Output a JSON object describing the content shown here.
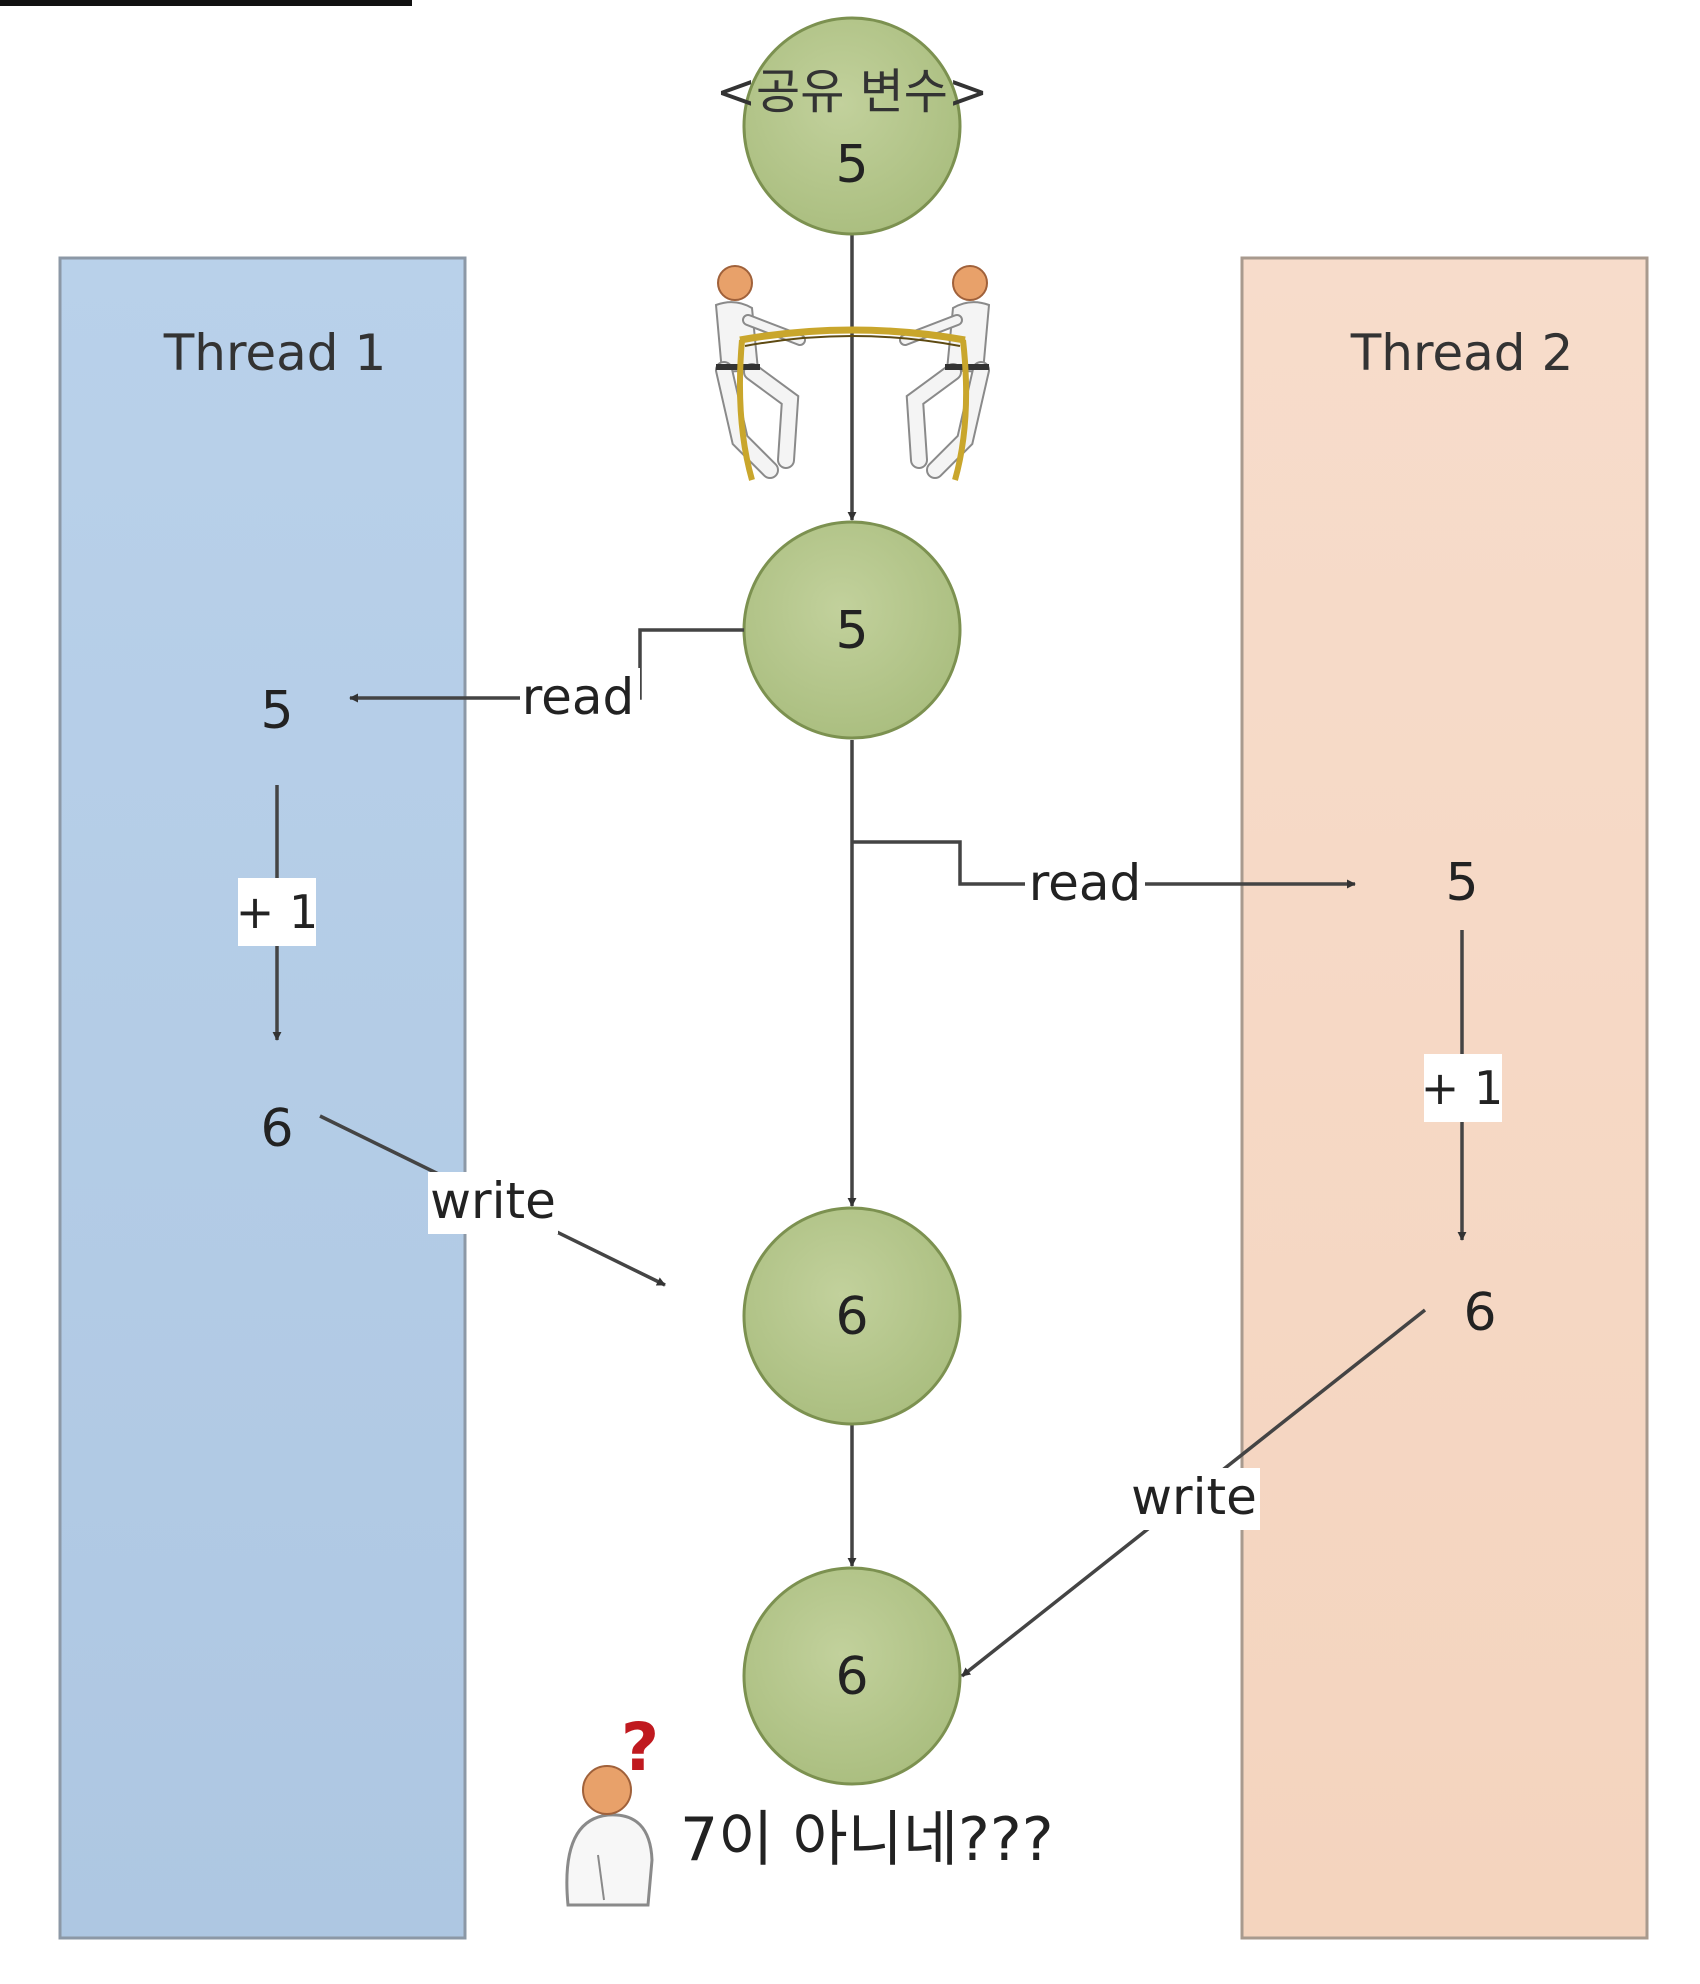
{
  "shared_var": {
    "title": "<공유 변수>",
    "values": [
      "5",
      "5",
      "6",
      "6"
    ]
  },
  "thread1": {
    "title": "Thread 1",
    "read_value": "5",
    "increment": "+ 1",
    "result": "6"
  },
  "thread2": {
    "title": "Thread 2",
    "read_value": "5",
    "increment": "+ 1",
    "result": "6"
  },
  "edges": {
    "read1": "read",
    "read2": "read",
    "write1": "write",
    "write2": "write"
  },
  "note": "7이 아니네???",
  "icons": [
    "tug-of-war-icon",
    "confused-person-icon",
    "question-mark-icon"
  ],
  "colors": {
    "node_fill": "#b6c68f",
    "node_stroke": "#7c9150",
    "thread1_fill": "#b4cde6",
    "thread2_fill": "#f6d8c4",
    "question": "#c0191f"
  }
}
